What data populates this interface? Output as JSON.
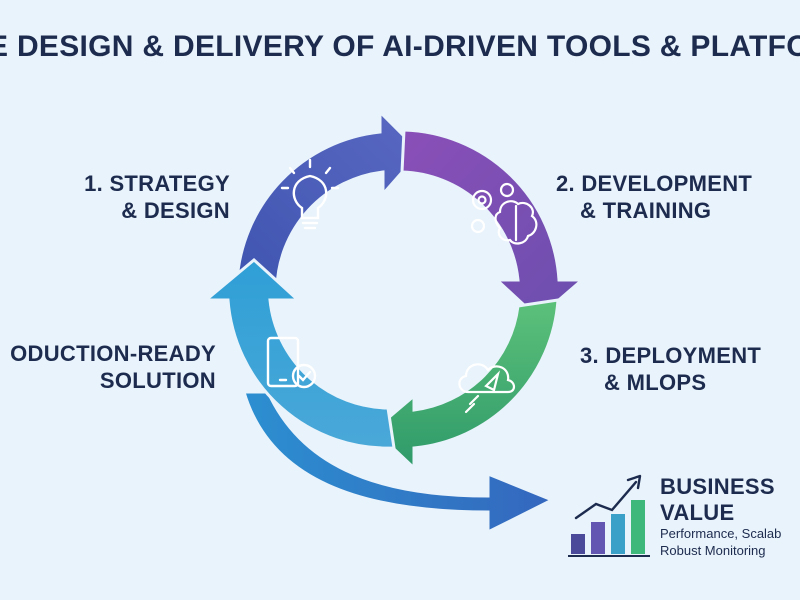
{
  "title": "E DESIGN & DELIVERY OF AI-DRIVEN TOOLS & PLATFO",
  "stages": [
    {
      "line1": "1. STRATEGY",
      "line2": "& DESIGN",
      "icon": "lightbulb-icon"
    },
    {
      "line1": "2. DEVELOPMENT",
      "line2": "& TRAINING",
      "icon": "gears-brain-icon"
    },
    {
      "line1": "3. DEPLOYMENT",
      "line2": "& MLOPS",
      "icon": "cloud-rocket-icon"
    },
    {
      "line1": "ODUCTION-READY",
      "line2": "SOLUTION",
      "icon": "tablet-check-icon"
    }
  ],
  "business_value": {
    "line1": "BUSINESS",
    "line2": "VALUE",
    "sub1": "Performance, Scalab",
    "sub2": "Robust Monitoring",
    "icon": "growth-chart-icon"
  },
  "colors": {
    "background": "#e9f3fb",
    "text": "#1d2b4f",
    "strategy": "#4b5bb6",
    "development": "#7f4fb3",
    "deployment": "#4cb878",
    "solution": "#3a9bd2",
    "output_arrow": "#3279c4"
  }
}
